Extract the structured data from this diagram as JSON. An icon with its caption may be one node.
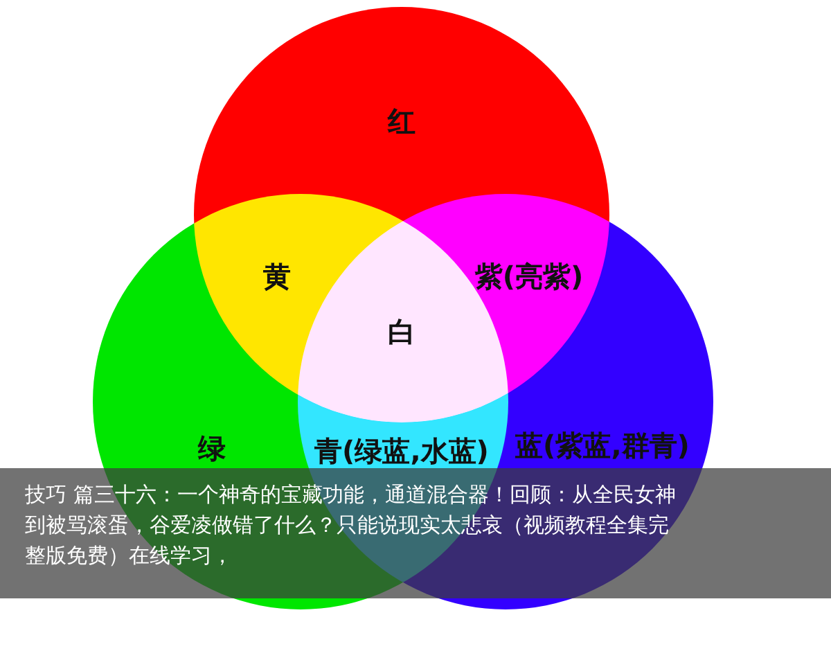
{
  "diagram": {
    "caption": "技巧 篇三十六：一个神奇的宝藏功能，通道混合器！回顾：从全民女神到被骂滚蛋，谷爱凌做错了什么？只能说现实太悲哀（视频教程全集完整版免费）在线学习，",
    "nodes": [
      {
        "text": [
          "红"
        ]
      },
      {
        "text": [
          "黄"
        ]
      },
      {
        "text": [
          "紫(亮紫)"
        ]
      },
      {
        "text": [
          "白"
        ]
      },
      {
        "text": [
          "绿"
        ]
      },
      {
        "text": [
          "青(绿蓝,水蓝)"
        ]
      },
      {
        "text": [
          "蓝(紫蓝,群青)"
        ]
      }
    ]
  }
}
